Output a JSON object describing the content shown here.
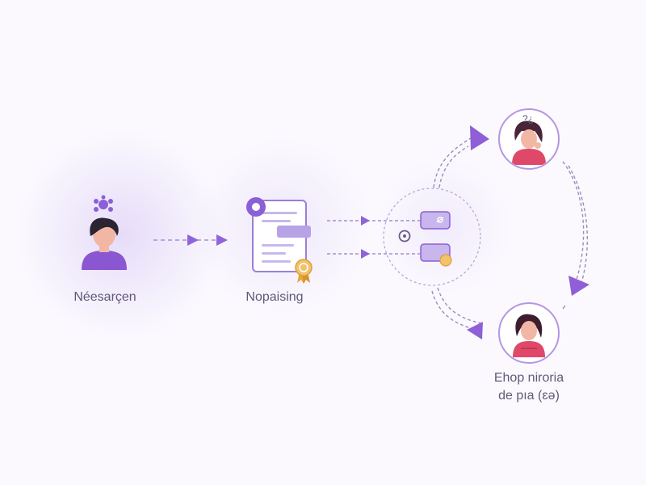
{
  "nodes": {
    "researcher": {
      "label": "Néesarçen",
      "icon": "person-icon",
      "badge_icon": "network-icon"
    },
    "processing": {
      "label": "Nopaising",
      "icon": "document-icon",
      "badge_icon": "chat-icon",
      "seal_icon": "ribbon-badge-icon"
    },
    "router": {
      "icon": "refresh-icon",
      "card_icons": [
        "link-icon",
        "coin-icon"
      ]
    },
    "top_user": {
      "label": "?¿",
      "icon": "woman-thinking-icon"
    },
    "shop_user": {
      "label_lines": [
        "Ehop niroria",
        "de pıa (ɛə)"
      ],
      "icon": "woman-icon"
    }
  },
  "colors": {
    "accent": "#8b5fd6",
    "arrow": "#a07ce0",
    "dash": "#b3a1d6",
    "node_ring": "#b596e4",
    "shirt_pink": "#e0486a",
    "gold": "#e7a93b"
  }
}
